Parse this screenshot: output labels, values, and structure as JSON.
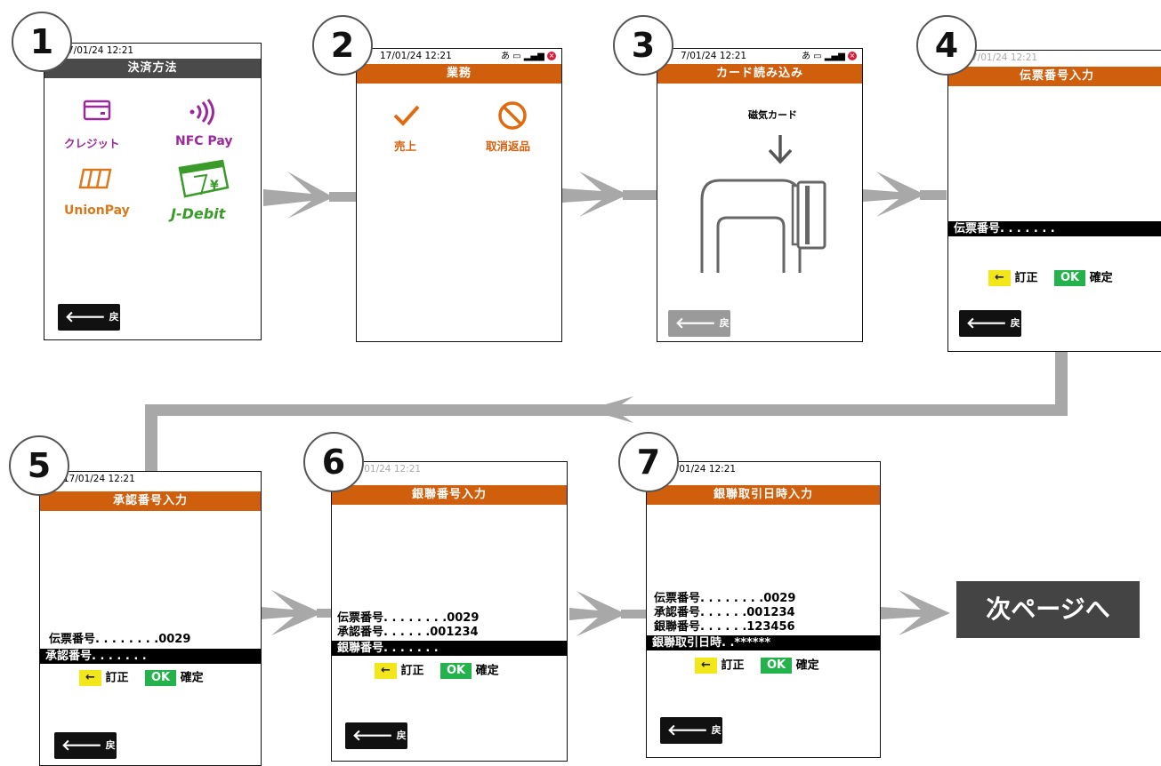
{
  "steps": [
    "1",
    "2",
    "3",
    "4",
    "5",
    "6",
    "7"
  ],
  "screens": {
    "s1": {
      "status_time": "7/01/24 12:21",
      "header": "決済方法",
      "options": [
        "クレジット",
        "NFC Pay",
        "UnionPay",
        "J-Debit"
      ],
      "back": "戻る"
    },
    "s2": {
      "status_time": "17/01/24 12:21",
      "status_icons": "あ",
      "header": "業務",
      "options": [
        "売上",
        "取消返品"
      ]
    },
    "s3": {
      "status_time": "7/01/24 12:21",
      "status_icons": "あ",
      "header": "カード読み込み",
      "card_label": "磁気カード",
      "back": "戻る"
    },
    "s4": {
      "status_time": "7/01/24 12:21",
      "header": "伝票番号入力",
      "input_row": "伝票番号. . . . . . .",
      "back": "戻る"
    },
    "s5": {
      "status_time": "17/01/24 12:21",
      "header": "承認番号入力",
      "row1": "伝票番号. . . . . . . .0029",
      "input_row": "承認番号. . . . . . .",
      "back": "戻る"
    },
    "s6": {
      "status_time": "7/01/24 12:21",
      "header": "銀聯番号入力",
      "row1": "伝票番号. . . . . . . .0029",
      "row2": "承認番号. . . . . .001234",
      "input_row": "銀聯番号. . . . . . .",
      "back": "戻る"
    },
    "s7": {
      "status_time": "7/01/24 12:21",
      "header": "銀聯取引日時入力",
      "row1": "伝票番号. . . . . . . .0029",
      "row2": "承認番号. . . . . .001234",
      "row3": "銀聯番号. . . . . .123456",
      "input_row": "銀聯取引日時. .******",
      "back": "戻る"
    }
  },
  "keys": {
    "correct_key": "←",
    "correct_label": "訂正",
    "ok_key": "OK",
    "ok_label": "確定"
  },
  "next_page": "次ページへ",
  "colors": {
    "header": "#cf5f0d",
    "header_gray": "#4a4a4a",
    "yellow_key": "#f3e61a",
    "green_key": "#23b24b",
    "arrow": "#a8a8a8",
    "purple": "#9a2a9c",
    "green_brand": "#3a9a2a"
  }
}
